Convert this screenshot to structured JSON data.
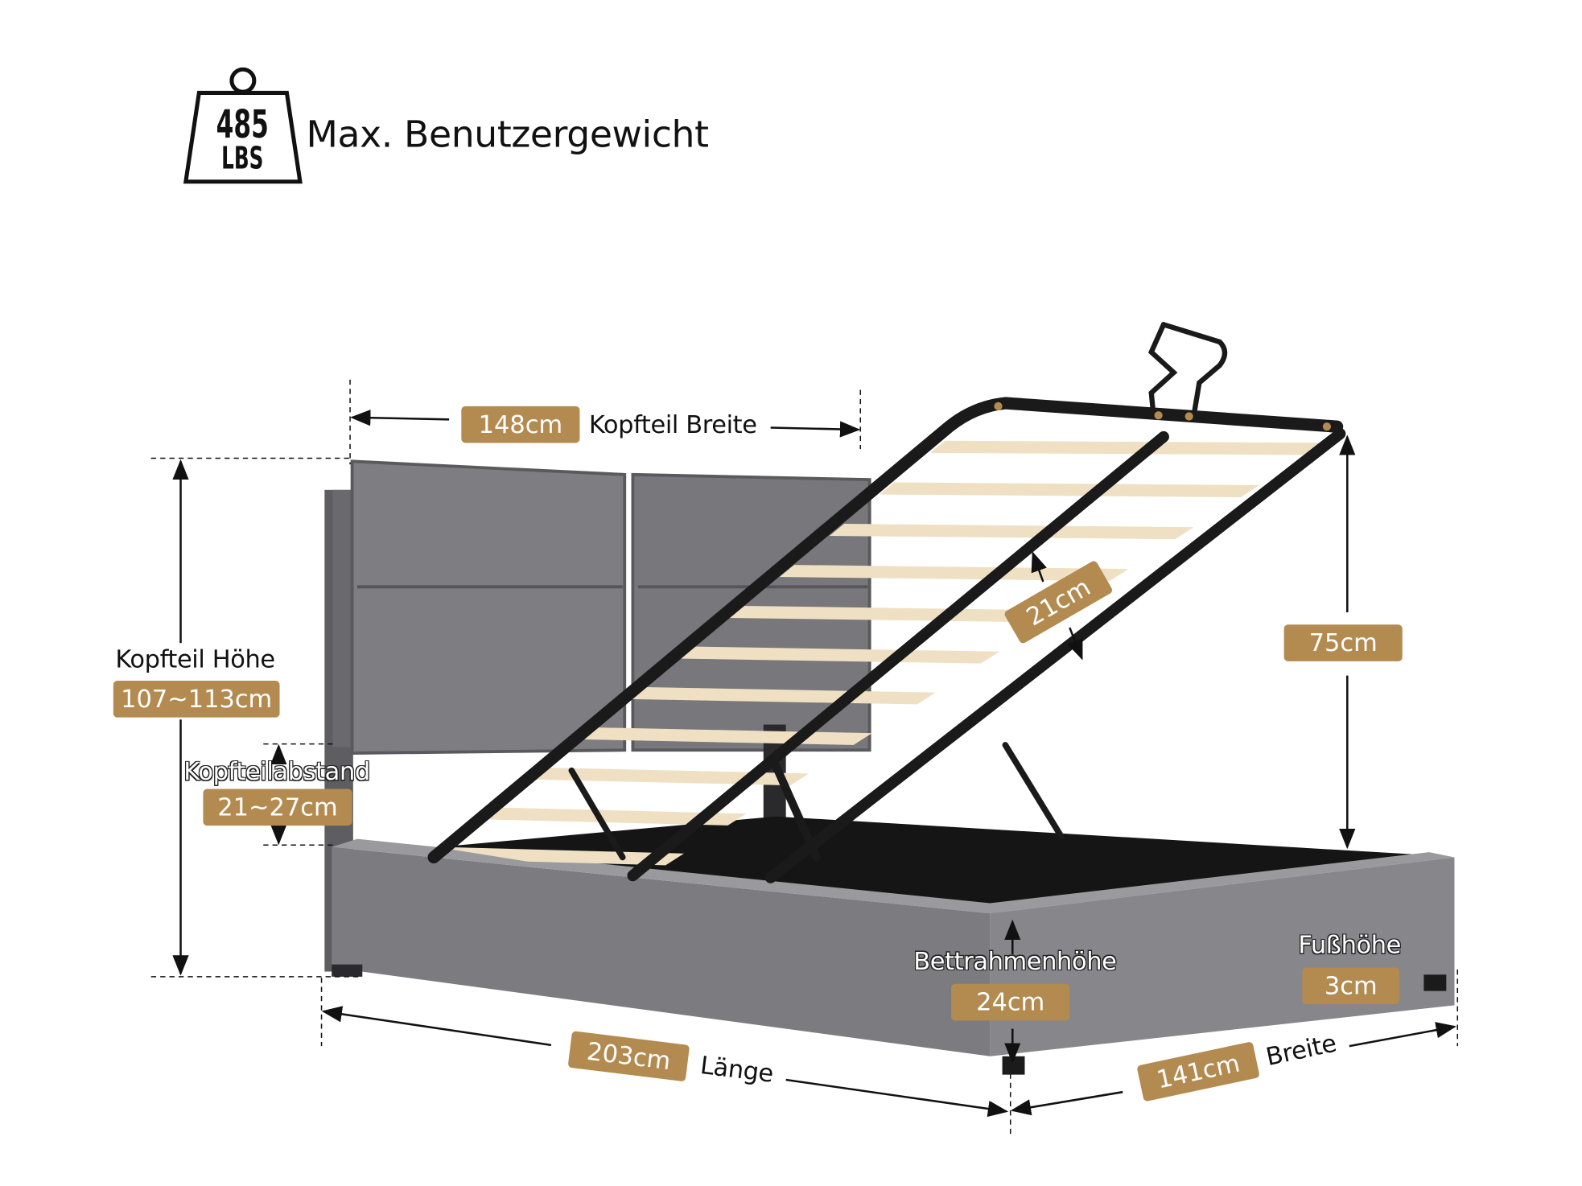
{
  "weight": {
    "value": "485",
    "unit": "LBS",
    "label": "Max. Benutzergewicht"
  },
  "dimensions": {
    "headboard_width": {
      "value": "148cm",
      "label": "Kopfteil Breite"
    },
    "headboard_height": {
      "value": "107~113cm",
      "label": "Kopfteil Höhe"
    },
    "headboard_gap": {
      "value": "21~27cm",
      "label": "Kopfteilabstand"
    },
    "lift_height": {
      "value": "75cm"
    },
    "storage_depth": {
      "value": "21cm"
    },
    "frame_height": {
      "value": "24cm",
      "label": "Bettrahmenhöhe"
    },
    "foot_height": {
      "value": "3cm",
      "label": "Fußhöhe"
    },
    "length": {
      "value": "203cm",
      "label": "Länge"
    },
    "width": {
      "value": "141cm",
      "label": "Breite"
    }
  },
  "colors": {
    "badge": "#b38b51",
    "fabric": "#7b7b7e",
    "frame": "#1a1a1a",
    "slat": "#efe0c4"
  }
}
